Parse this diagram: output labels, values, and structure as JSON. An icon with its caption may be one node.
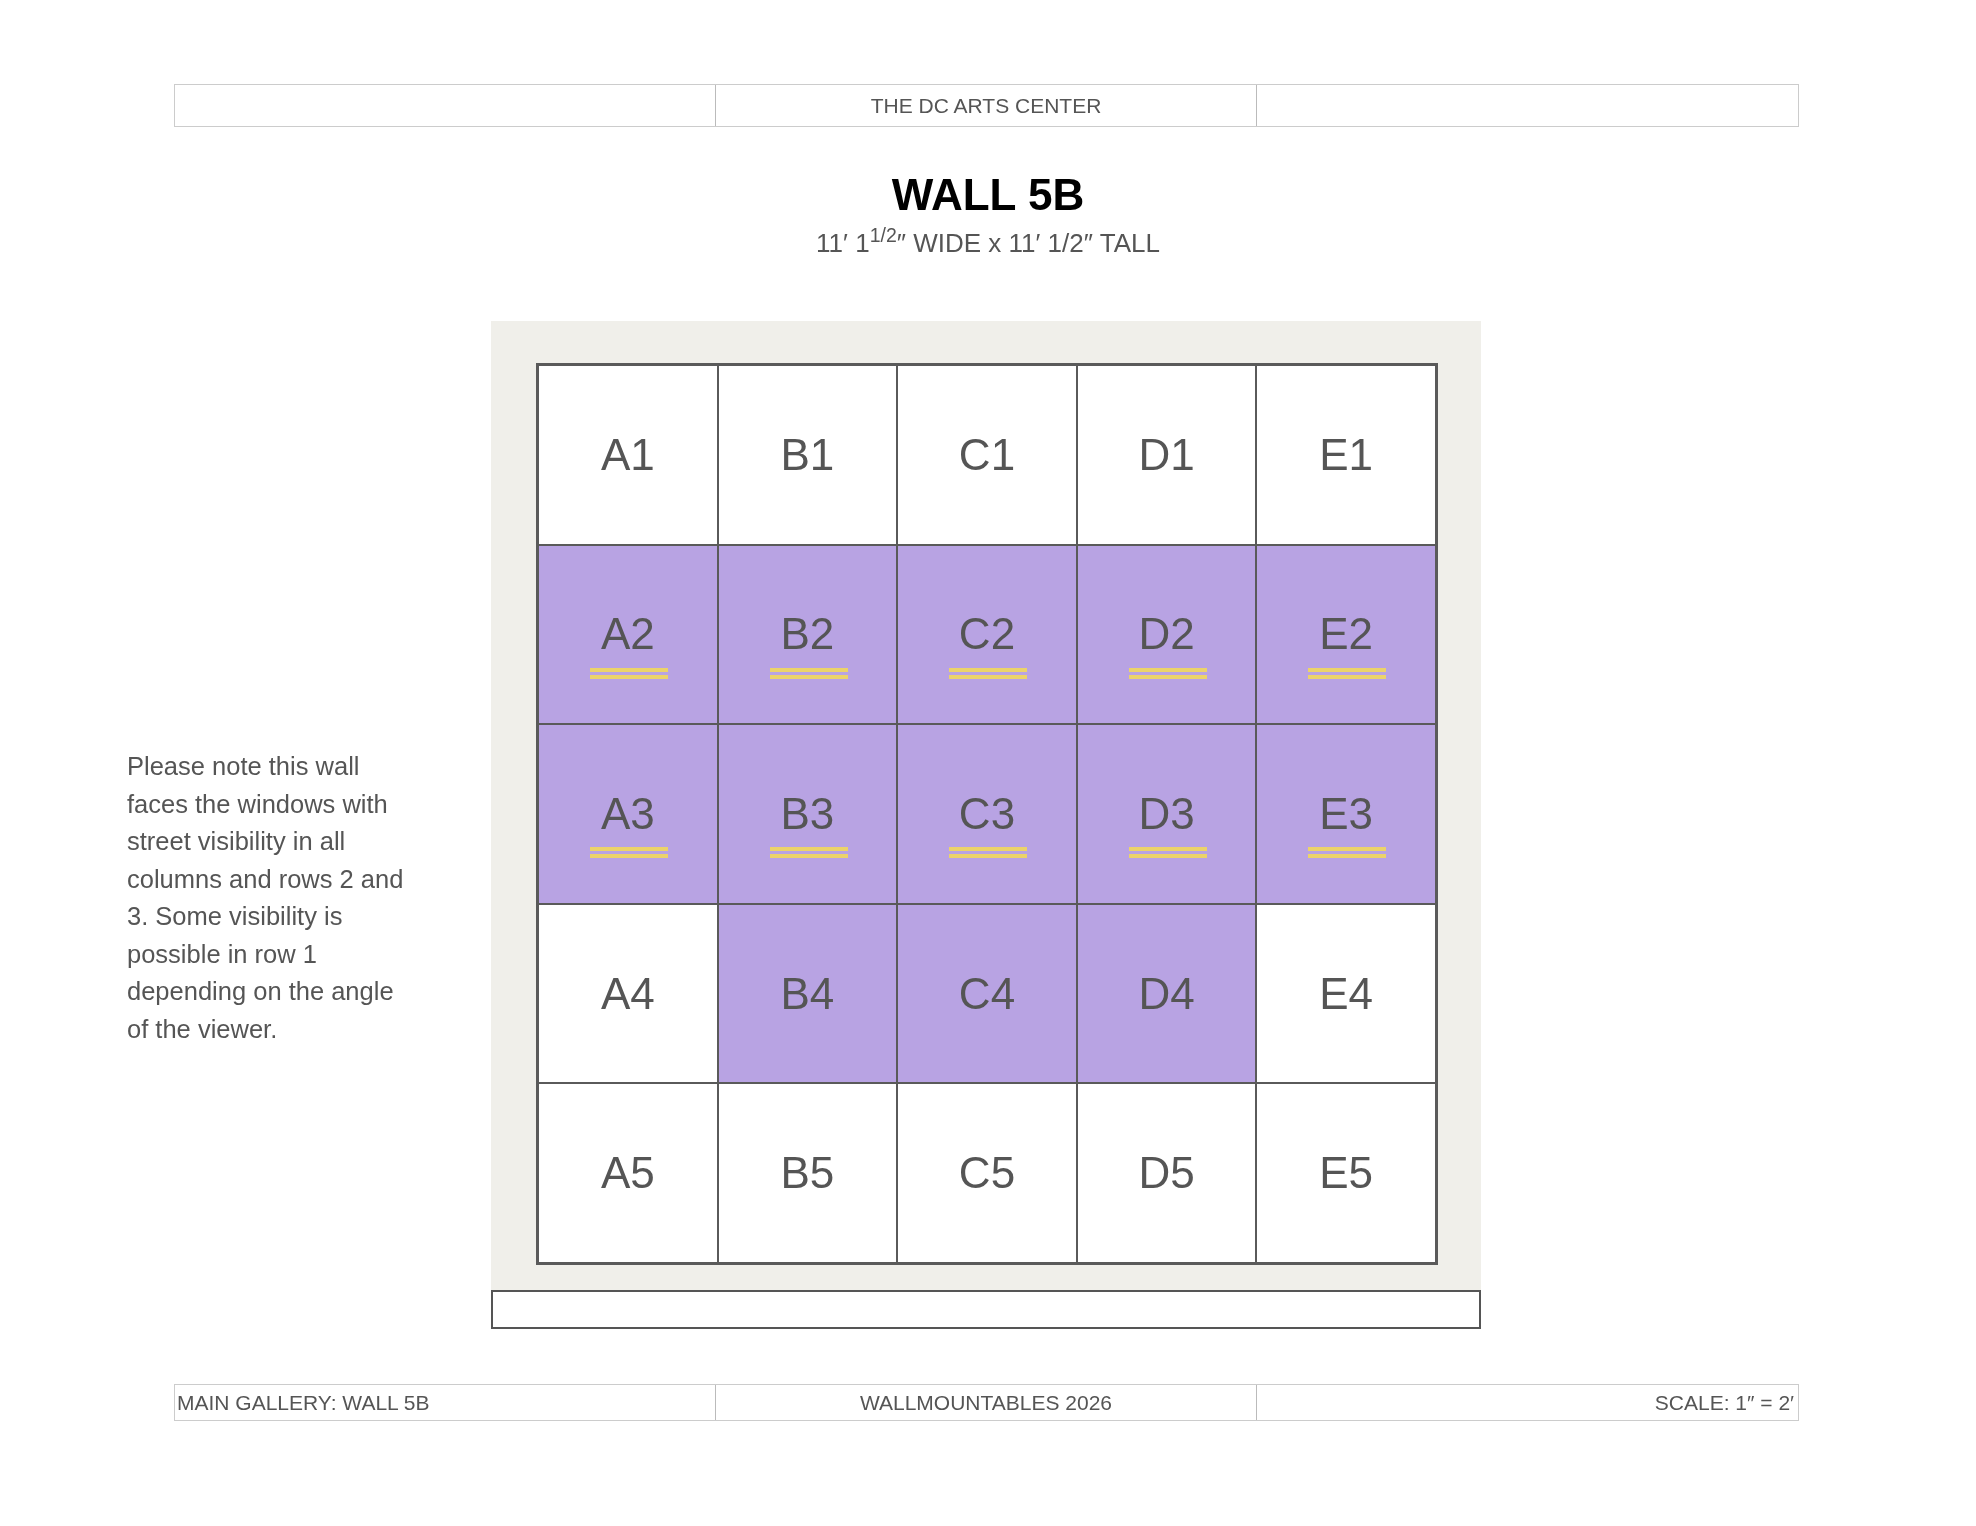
{
  "diagram": {
    "title": "WALL 5B",
    "caption": "11′ 1$^{1/2}$″ WIDE x 11′ 1/2″ TALL",
    "nodes": [
      {
        "text": [
          "A1"
        ]
      },
      {
        "text": [
          "B1"
        ]
      },
      {
        "text": [
          "C1"
        ]
      },
      {
        "text": [
          "D1"
        ]
      },
      {
        "text": [
          "E1"
        ]
      },
      {
        "text": [
          "A2"
        ]
      },
      {
        "text": [
          "B2"
        ]
      },
      {
        "text": [
          "C2"
        ]
      },
      {
        "text": [
          "D2"
        ]
      },
      {
        "text": [
          "E2"
        ]
      },
      {
        "text": [
          "A3"
        ]
      },
      {
        "text": [
          "B3"
        ]
      },
      {
        "text": [
          "C3"
        ]
      },
      {
        "text": [
          "D3"
        ]
      },
      {
        "text": [
          "E3"
        ]
      },
      {
        "text": [
          "A4"
        ]
      },
      {
        "text": [
          "B4"
        ]
      },
      {
        "text": [
          "C4"
        ]
      },
      {
        "text": [
          "D4"
        ]
      },
      {
        "text": [
          "E4"
        ]
      },
      {
        "text": [
          "A5"
        ]
      },
      {
        "text": [
          "B5"
        ]
      },
      {
        "text": [
          "C5"
        ]
      },
      {
        "text": [
          "D5"
        ]
      },
      {
        "text": [
          "E5"
        ]
      },
      {
        "text": [],
        "shape": "bar",
        "in": 5
      },
      {
        "text": [],
        "shape": "bar",
        "in": 6
      },
      {
        "text": [],
        "shape": "bar",
        "in": 7
      },
      {
        "text": [],
        "shape": "bar",
        "in": 8
      },
      {
        "text": [],
        "shape": "bar",
        "in": 9
      },
      {
        "text": [],
        "shape": "bar",
        "in": 10
      },
      {
        "text": [],
        "shape": "bar",
        "in": 11
      },
      {
        "text": [],
        "shape": "bar",
        "in": 12
      },
      {
        "text": [],
        "shape": "bar",
        "in": 13
      },
      {
        "text": [],
        "shape": "bar",
        "in": 14
      },
      {
        "text": [],
        "shape": "bar"
      }
    ],
    "labels": [
      "THE DC ARTS CENTER",
      "Please note this wall faces the windows with street visibility in all columns and rows 2 and 3. Some visibility is possible in row 1 depending on the angle of the viewer.",
      "MAIN GALLERY: WALL 5B",
      "WALLMOUNTABLES 2026",
      "SCALE: 1″ = 2′"
    ]
  }
}
